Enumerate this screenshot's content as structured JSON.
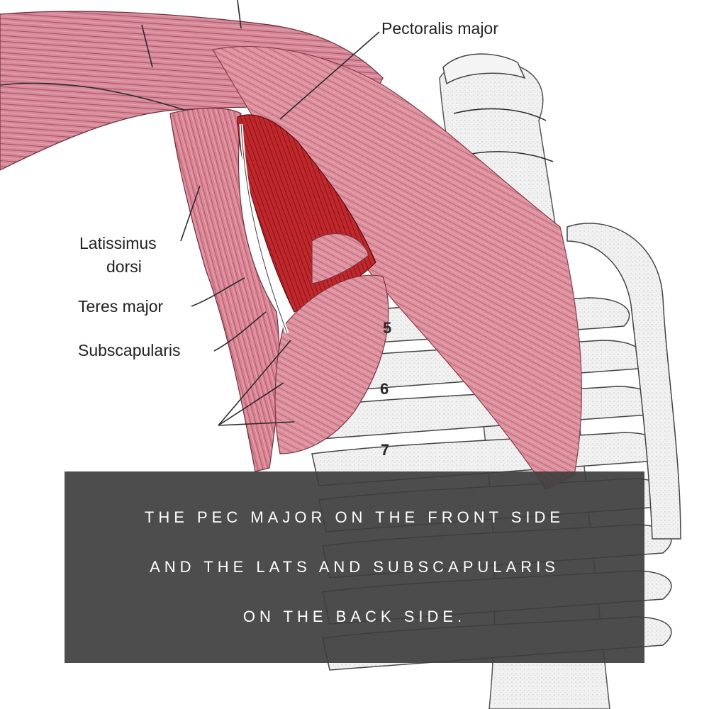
{
  "labels": {
    "pectoralis_major": "Pectoralis major",
    "latissimus_line1": "Latissimus",
    "latissimus_line2": "dorsi",
    "teres_major": "Teres major",
    "subscapularis": "Subscapularis"
  },
  "rib_numbers": [
    "5",
    "6",
    "7"
  ],
  "caption": {
    "line1": "THE PEC MAJOR ON THE FRONT SIDE",
    "line2": "AND THE LATS AND SUBSCAPULARIS",
    "line3": "ON THE BACK SIDE."
  },
  "colors": {
    "muscle_pink": "#d98a98",
    "muscle_red": "#b8262a",
    "bone": "#eeeeee",
    "caption_bg": "#3e3e3e"
  }
}
